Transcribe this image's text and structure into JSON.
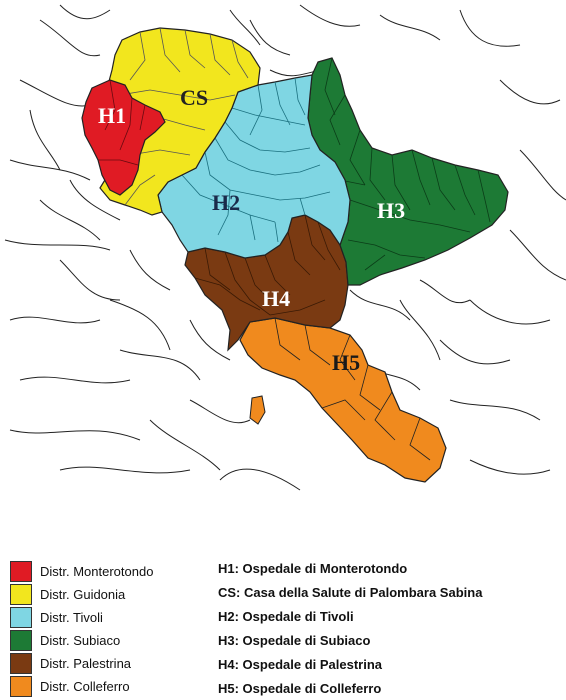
{
  "map": {
    "labels": {
      "H1": "H1",
      "CS": "CS",
      "H2": "H2",
      "H3": "H3",
      "H4": "H4",
      "H5": "H5"
    },
    "colors": {
      "monterotondo": "#e01b24",
      "guidonia": "#f2e61e",
      "tivoli": "#7fd6e3",
      "subiaco": "#1d7a35",
      "palestrina": "#7a3a12",
      "colleferro": "#f08a1e"
    }
  },
  "legend": {
    "districts": [
      {
        "label": "Distr. Monterotondo",
        "color": "#e01b24"
      },
      {
        "label": "Distr. Guidonia",
        "color": "#f2e61e"
      },
      {
        "label": "Distr. Tivoli",
        "color": "#7fd6e3"
      },
      {
        "label": "Distr. Subiaco",
        "color": "#1d7a35"
      },
      {
        "label": "Distr. Palestrina",
        "color": "#7a3a12"
      },
      {
        "label": "Distr. Colleferro",
        "color": "#f08a1e"
      }
    ],
    "facilities": [
      "H1: Ospedale di Monterotondo",
      "CS: Casa della Salute di Palombara Sabina",
      "H2: Ospedale di Tivoli",
      "H3: Ospedale di Subiaco",
      "H4: Ospedale di Palestrina",
      "H5: Ospedale di Colleferro"
    ]
  }
}
